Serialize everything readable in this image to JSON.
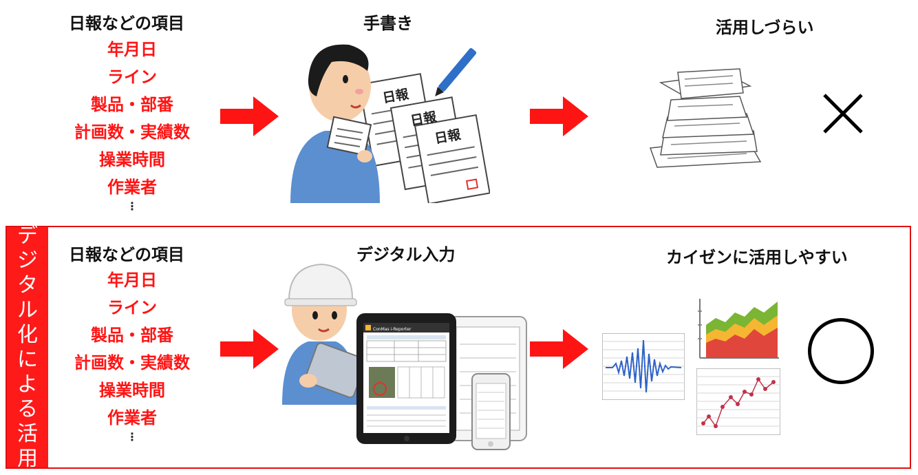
{
  "top_row": {
    "items_heading": "日報などの項目",
    "items": [
      "年月日",
      "ライン",
      "製品・部番",
      "計画数・実績数",
      "操業時間",
      "作業者"
    ],
    "more": "⋮",
    "method_heading": "手書き",
    "result_heading": "活用しづらい",
    "verdict": "×",
    "doc_titles": [
      "日報",
      "日報",
      "日報"
    ]
  },
  "bottom_row": {
    "side_label_chars": [
      "デ",
      "ジ",
      "タ",
      "ル",
      "化",
      "に",
      "よ",
      "る",
      "活",
      "用"
    ],
    "items_heading": "日報などの項目",
    "items": [
      "年月日",
      "ライン",
      "製品・部番",
      "計画数・実績数",
      "操業時間",
      "作業者"
    ],
    "more": "⋮",
    "method_heading": "デジタル入力",
    "result_heading": "カイゼンに活用しやすい",
    "verdict": "○",
    "tablet_app_name": "ConMas i-Reporter"
  },
  "colors": {
    "accent_red": "#ff1414",
    "frame_red": "#e01010",
    "worker_shirt": "#5b8fd0",
    "hair": "#1b1b1b",
    "helmet": "#f2f2f2",
    "chart_green": "#7ab534",
    "chart_yellow": "#f5b632",
    "chart_red": "#e0463c",
    "wave_blue": "#2e62c8"
  }
}
